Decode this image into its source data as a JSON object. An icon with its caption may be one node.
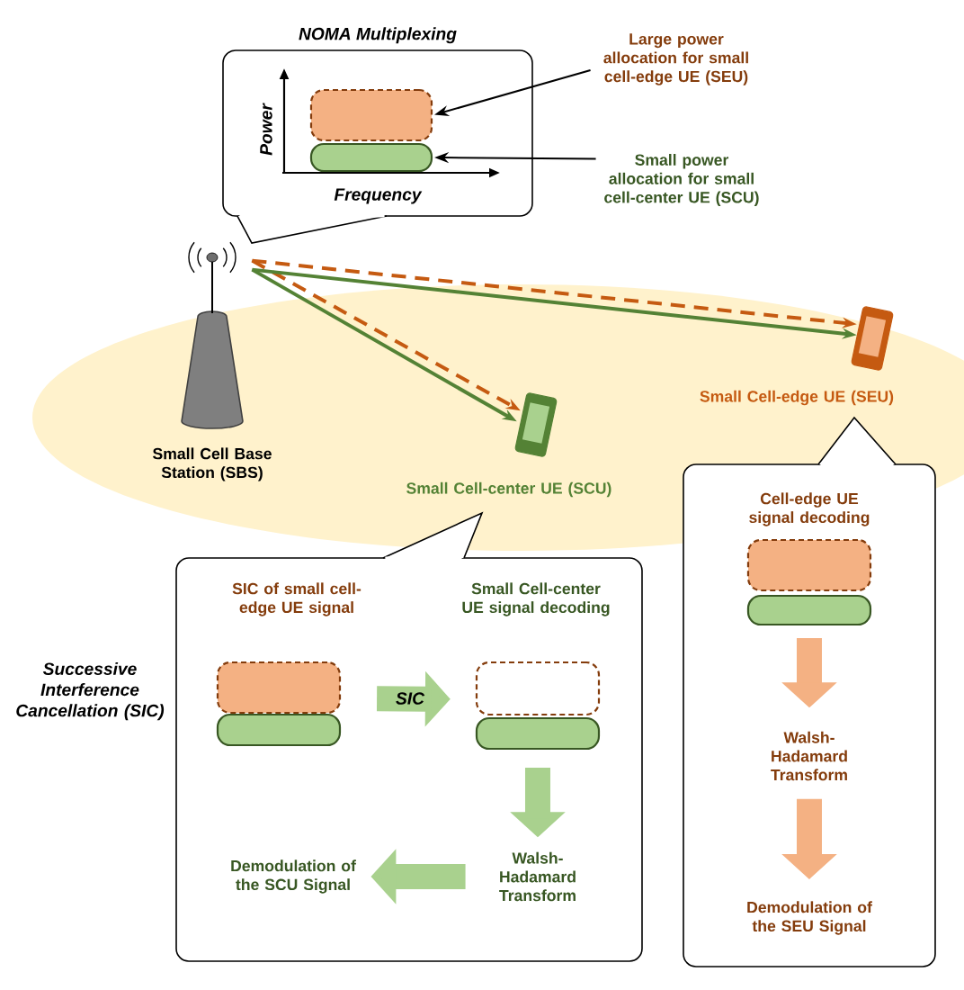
{
  "diagram": {
    "nodes": [
      {
        "text": [
          "NOMA Multiplexing"
        ]
      },
      {
        "text": [],
        "shape": "box",
        "in": 0
      },
      {
        "text": [],
        "shape": "box",
        "in": 0
      },
      {
        "text": [
          "Large power allocation for small cell-edge UE (SEU)"
        ]
      },
      {
        "text": [
          "Small power allocation for small cell-center UE (SCU)"
        ]
      },
      {
        "text": [],
        "shape": "picture",
        "beside": [
          "Small Cell Base Station (SBS)"
        ]
      },
      {
        "text": [],
        "shape": "picture",
        "beside": [
          "Small Cell-center UE (SCU)"
        ]
      },
      {
        "text": [],
        "shape": "picture",
        "beside": [
          "Small Cell-edge UE (SEU)"
        ]
      },
      {
        "text": [],
        "shape": "box"
      },
      {
        "text": [
          "SIC of small cell-edge UE signal"
        ],
        "in": 8
      },
      {
        "text": [],
        "shape": "box",
        "in": 8
      },
      {
        "text": [],
        "shape": "box",
        "in": 8
      },
      {
        "text": [
          "Small Cell-center UE signal decoding"
        ],
        "in": 8
      },
      {
        "text": [],
        "shape": "box",
        "in": 8
      },
      {
        "text": [],
        "shape": "box",
        "in": 8
      },
      {
        "text": [
          "Walsh-Hadamard Transform"
        ],
        "in": 8
      },
      {
        "text": [
          "Demodulation of the SCU Signal"
        ],
        "in": 8
      },
      {
        "text": [],
        "shape": "box"
      },
      {
        "text": [
          "Cell-edge UE signal decoding"
        ],
        "in": 17
      },
      {
        "text": [],
        "shape": "box",
        "in": 17
      },
      {
        "text": [],
        "shape": "box",
        "in": 17
      },
      {
        "text": [
          "Walsh-Hadamard Transform"
        ],
        "in": 17
      },
      {
        "text": [
          "Demodulation of the SEU Signal"
        ],
        "in": 17
      }
    ],
    "edges": [
      {
        "from": 3,
        "to": 1,
        "arrow": "to",
        "color": "#000000"
      },
      {
        "from": 4,
        "to": 2,
        "arrow": "to",
        "color": "#000000"
      },
      {
        "from": 5,
        "to": 6,
        "arrow": "to",
        "color": "#548235"
      },
      {
        "from": 5,
        "to": 6,
        "arrow": "to",
        "style": "dashed",
        "color": "#c55a11"
      },
      {
        "from": 5,
        "to": 7,
        "arrow": "to",
        "color": "#548235"
      },
      {
        "from": 5,
        "to": 7,
        "arrow": "to",
        "style": "dashed",
        "color": "#c55a11"
      },
      {
        "from": 10,
        "to": 13,
        "arrow": "to",
        "label": "SIC",
        "style": "thick",
        "color": "#a9d18e"
      },
      {
        "from": 14,
        "to": 15,
        "arrow": "to",
        "style": "thick",
        "color": "#a9d18e"
      },
      {
        "from": 15,
        "to": 16,
        "arrow": "to",
        "style": "thick",
        "color": "#a9d18e"
      },
      {
        "from": 20,
        "to": 21,
        "arrow": "to",
        "style": "thick",
        "color": "#f4b183"
      },
      {
        "from": 21,
        "to": 22,
        "arrow": "to",
        "style": "thick",
        "color": "#f4b183"
      }
    ],
    "labels": [
      "Power",
      "Frequency",
      "Successive Interference Cancellation (SIC)"
    ]
  }
}
